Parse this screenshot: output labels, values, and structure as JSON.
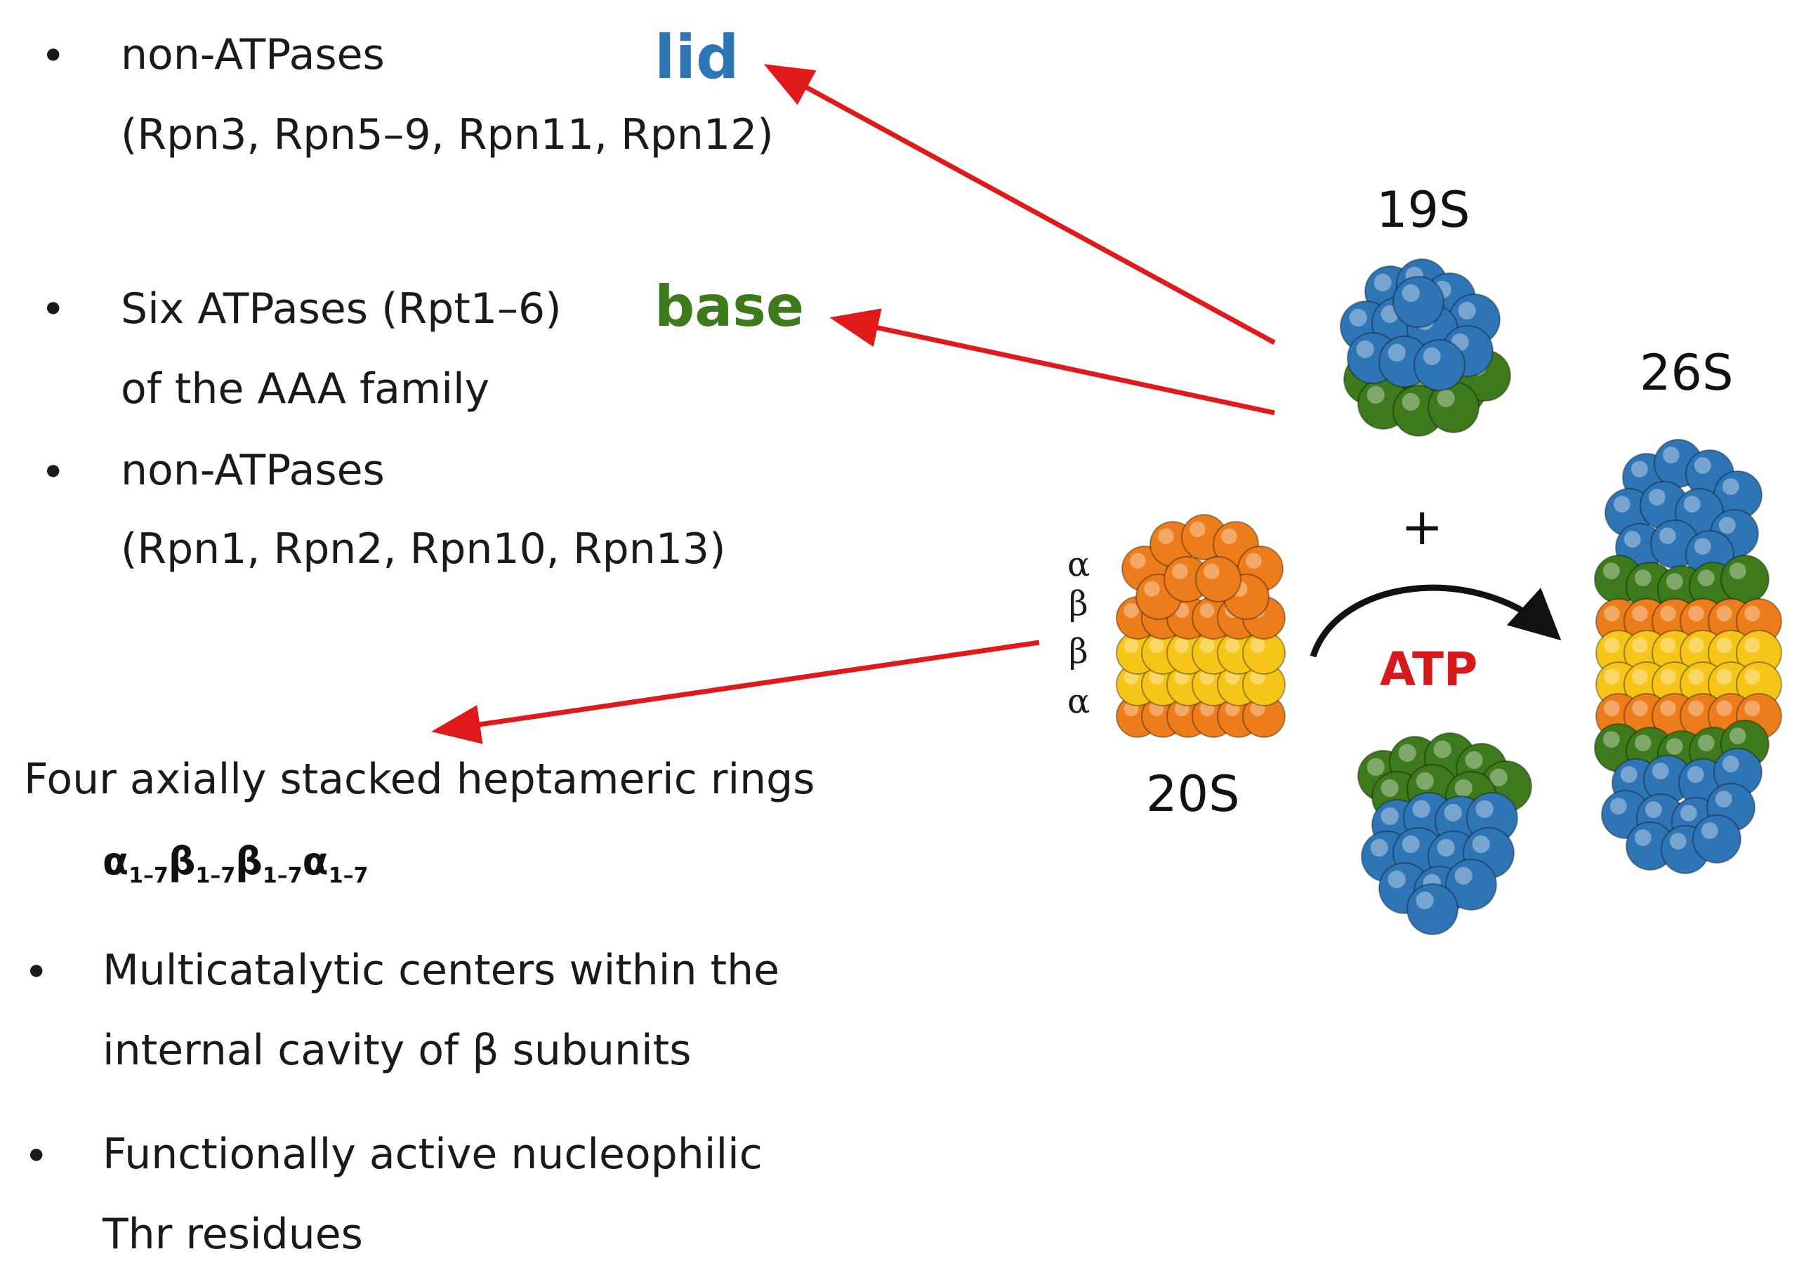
{
  "base_section": {
    "lid_bullet_title": "non-ATPases",
    "lid_bullet_detail": "(Rpn3, Rpn5–9, Rpn11, Rpn12)",
    "lid_label": "lid",
    "base_label": "base",
    "atpase_bullet_title": "Six ATPases (Rpt1–6)",
    "atpase_bullet_detail": "of the AAA family",
    "base_nonatpase_title": "non-ATPases",
    "base_nonatpase_detail": "(Rpn1, Rpn2, Rpn10, Rpn13)"
  },
  "core_section": {
    "heading": "Four axially stacked heptameric rings",
    "formula": {
      "a1": "α",
      "s1": "1–7",
      "b1": "β",
      "s2": "1–7",
      "b2": "β",
      "s3": "1–7",
      "a2": "α",
      "s4": "1–7"
    },
    "bullet1_line1": "Multicatalytic centers within the",
    "bullet1_line2": "internal cavity of β subunits",
    "bullet2_line1": "Functionally active nucleophilic",
    "bullet2_line2": "Thr residues"
  },
  "complexes": {
    "label_19s": "19S",
    "label_20s": "20S",
    "label_26s": "26S",
    "plus": "+",
    "atp": "ATP",
    "ring_labels": [
      "α",
      "β",
      "β",
      "α"
    ]
  },
  "colors": {
    "lid_blue": "#2e75b6",
    "base_green": "#3d7a1c",
    "alpha_orange": "#ed7d1a",
    "beta_yellow": "#f5c518",
    "arrow_red": "#e0191b",
    "atp_red": "#d6191b"
  }
}
